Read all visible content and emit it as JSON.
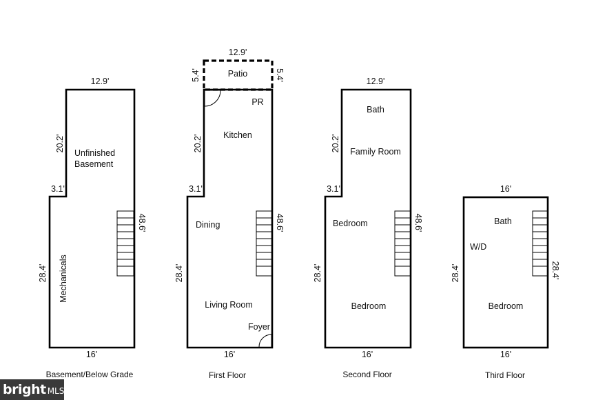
{
  "floors": [
    {
      "caption": "Basement/Below Grade",
      "dims": {
        "top": "12.9'",
        "upper_left": "20.2'",
        "step": "3.1'",
        "right": "48.6'",
        "lower_left": "28.4'",
        "bottom": "16'"
      },
      "rooms": {
        "unfinished_line1": "Unfinished",
        "unfinished_line2": "Basement",
        "mechanicals": "Mechanicals"
      }
    },
    {
      "caption": "First Floor",
      "dims": {
        "patio_top": "12.9'",
        "patio_left": "5.4'",
        "patio_right": "5.4'",
        "upper_left": "20.2'",
        "step": "3.1'",
        "right": "48.6'",
        "lower_left": "28.4'",
        "bottom": "16'"
      },
      "rooms": {
        "patio": "Patio",
        "pr": "PR",
        "kitchen": "Kitchen",
        "dining": "Dining",
        "living_room": "Living Room",
        "foyer": "Foyer"
      }
    },
    {
      "caption": "Second Floor",
      "dims": {
        "top": "12.9'",
        "upper_left": "20.2'",
        "step": "3.1'",
        "right": "48.6'",
        "lower_left": "28.4'",
        "bottom": "16'"
      },
      "rooms": {
        "bath": "Bath",
        "family_room": "Family Room",
        "bedroom_upper": "Bedroom",
        "bedroom_lower": "Bedroom"
      }
    },
    {
      "caption": "Third Floor",
      "dims": {
        "top": "16'",
        "left": "28.4'",
        "right": "28.4'",
        "bottom": "16'"
      },
      "rooms": {
        "bath": "Bath",
        "wd": "W/D",
        "bedroom": "Bedroom"
      }
    }
  ],
  "branding": {
    "logo": "bright",
    "suffix": "MLS"
  },
  "colors": {
    "line": "#000000",
    "background": "#ffffff",
    "brand_bg": "#3a3a3a"
  }
}
